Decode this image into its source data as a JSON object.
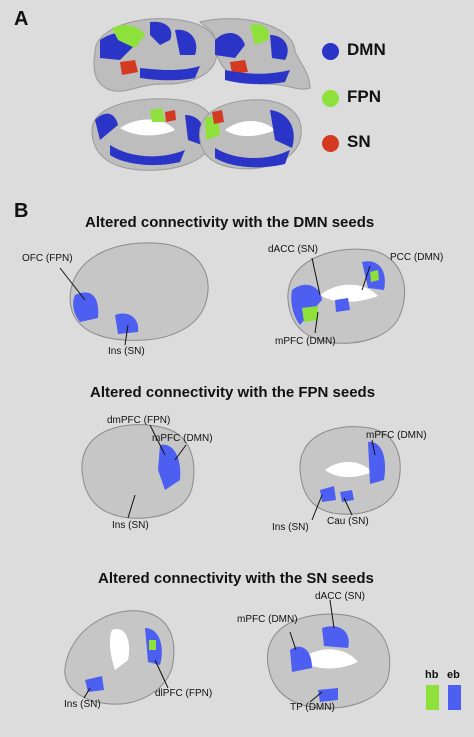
{
  "panelA": {
    "label": "A",
    "legend": [
      {
        "name": "DMN",
        "color": "#2a35c8"
      },
      {
        "name": "FPN",
        "color": "#8ee03a"
      },
      {
        "name": "SN",
        "color": "#d43a22"
      }
    ]
  },
  "panelB": {
    "label": "B",
    "rows": [
      {
        "title": "Altered connectivity with the DMN seeds",
        "labels": [
          "OFC (FPN)",
          "Ins (SN)",
          "dACC (SN)",
          "PCC (DMN)",
          "mPFC (DMN)"
        ]
      },
      {
        "title": "Altered connectivity with the FPN seeds",
        "labels": [
          "dmPFC (FPN)",
          "mPFC (DMN)",
          "Ins (SN)",
          "mPFC (DMN)",
          "Ins (SN)",
          "Cau (SN)"
        ]
      },
      {
        "title": "Altered connectivity with the SN seeds",
        "labels": [
          "dlPFC (FPN)",
          "Ins (SN)",
          "dACC (SN)",
          "mPFC (DMN)",
          "TP (DMN)"
        ]
      }
    ],
    "group_legend": [
      {
        "name": "hb",
        "color": "#8ee03a"
      },
      {
        "name": "eb",
        "color": "#4d5ff0"
      }
    ]
  },
  "colors": {
    "background": "#dcdcdc",
    "brain_surface": "#bdbdbd",
    "brain_dark": "#8a8a8a",
    "blue": "#4d5ff0",
    "green": "#8ee03a"
  }
}
